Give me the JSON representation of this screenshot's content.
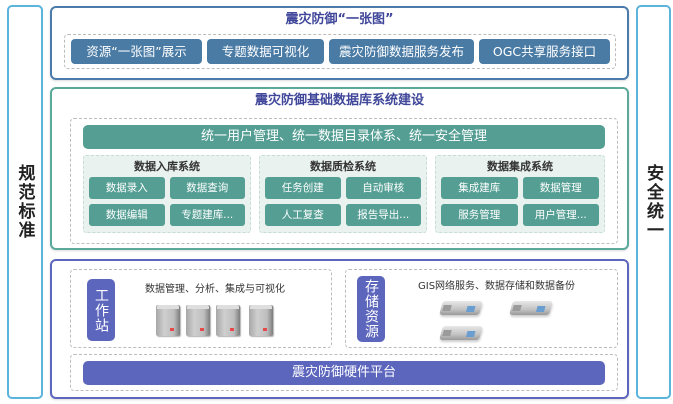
{
  "left_label": "规范标准",
  "right_label": "安全统一",
  "colors": {
    "side_border": "#5ab4dc",
    "top_border": "#4a7bab",
    "top_button": "#4a7ba5",
    "mid_border": "#5aa99a",
    "mid_accent": "#549e93",
    "bottom_border": "#5d66bd",
    "bottom_accent": "#5d66bd",
    "title_text": "#40479a"
  },
  "top_layer": {
    "title": "震灾防御“一张图”",
    "buttons": [
      {
        "label": "资源“一张图”展示"
      },
      {
        "label": "专题数据可视化"
      },
      {
        "label": "震灾防御数据服务发布"
      },
      {
        "label": "OGC共享服务接口"
      }
    ]
  },
  "middle_layer": {
    "title": "震灾防御基础数据库系统建设",
    "unify_bar": "统一用户管理、统一数据目录体系、统一安全管理",
    "systems": [
      {
        "title": "数据入库系统",
        "items": [
          {
            "label": "数据录入"
          },
          {
            "label": "数据查询"
          },
          {
            "label": "数据编辑"
          },
          {
            "label": "专题建库..."
          }
        ]
      },
      {
        "title": "数据质检系统",
        "items": [
          {
            "label": "任务创建"
          },
          {
            "label": "自动审核"
          },
          {
            "label": "人工复查"
          },
          {
            "label": "报告导出..."
          }
        ]
      },
      {
        "title": "数据集成系统",
        "items": [
          {
            "label": "集成建库"
          },
          {
            "label": "数据管理"
          },
          {
            "label": "服务管理"
          },
          {
            "label": "用户管理..."
          }
        ]
      }
    ]
  },
  "bottom_layer": {
    "workstation": {
      "tag": "工作站",
      "description": "数据管理、分析、集成与可视化",
      "server_count": 4
    },
    "storage": {
      "tag": "存储资源",
      "description": "GIS网络服务、数据存储和数据备份",
      "device_count": 3
    },
    "platform": "震灾防御硬件平台"
  }
}
